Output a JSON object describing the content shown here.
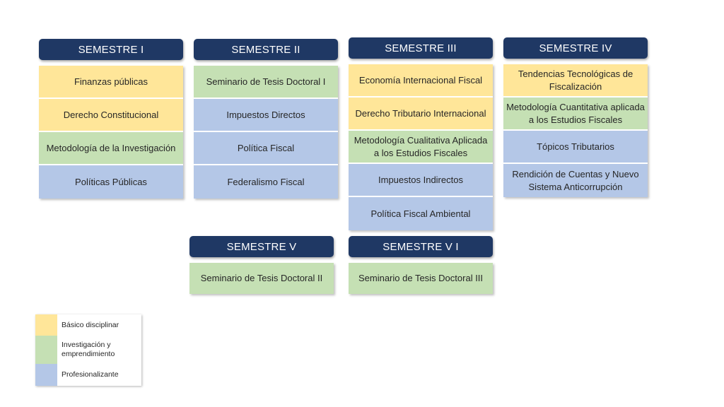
{
  "semesters": [
    {
      "title": "SEMESTRE I",
      "courses": [
        {
          "name": "Finanzas públicas",
          "category": "basico"
        },
        {
          "name": "Derecho Constitucional",
          "category": "basico"
        },
        {
          "name": "Metodología de la Investigación",
          "category": "investigacion"
        },
        {
          "name": "Políticas Públicas",
          "category": "profesional"
        }
      ]
    },
    {
      "title": "SEMESTRE II",
      "courses": [
        {
          "name": "Seminario de Tesis Doctoral I",
          "category": "investigacion"
        },
        {
          "name": "Impuestos Directos",
          "category": "profesional"
        },
        {
          "name": "Política Fiscal",
          "category": "profesional"
        },
        {
          "name": "Federalismo Fiscal",
          "category": "profesional"
        }
      ]
    },
    {
      "title": "SEMESTRE III",
      "courses": [
        {
          "name": "Economía Internacional Fiscal",
          "category": "basico"
        },
        {
          "name": "Derecho Tributario Internacional",
          "category": "basico"
        },
        {
          "name": "Metodología Cualitativa Aplicada a los Estudios Fiscales",
          "category": "investigacion"
        },
        {
          "name": "Impuestos Indirectos",
          "category": "profesional"
        },
        {
          "name": "Política Fiscal Ambiental",
          "category": "profesional"
        }
      ]
    },
    {
      "title": "SEMESTRE IV",
      "courses": [
        {
          "name": "Tendencias Tecnológicas de Fiscalización",
          "category": "basico"
        },
        {
          "name": "Metodología Cuantitativa aplicada a los Estudios Fiscales",
          "category": "investigacion"
        },
        {
          "name": "Tópicos Tributarios",
          "category": "profesional"
        },
        {
          "name": "Rendición de Cuentas y Nuevo Sistema Anticorrupción",
          "category": "profesional"
        }
      ]
    },
    {
      "title": "SEMESTRE V",
      "courses": [
        {
          "name": "Seminario de Tesis Doctoral II",
          "category": "investigacion"
        }
      ]
    },
    {
      "title": "SEMESTRE V I",
      "courses": [
        {
          "name": "Seminario de Tesis Doctoral III",
          "category": "investigacion"
        }
      ]
    }
  ],
  "legend": {
    "basico": "Básico disciplinar",
    "investigacion": "Investigación y emprendimiento",
    "profesional": "Profesionalizante"
  },
  "colors": {
    "header": "#1f3864",
    "basico": "#ffe699",
    "investigacion": "#c5e0b4",
    "profesional": "#b4c7e7"
  }
}
